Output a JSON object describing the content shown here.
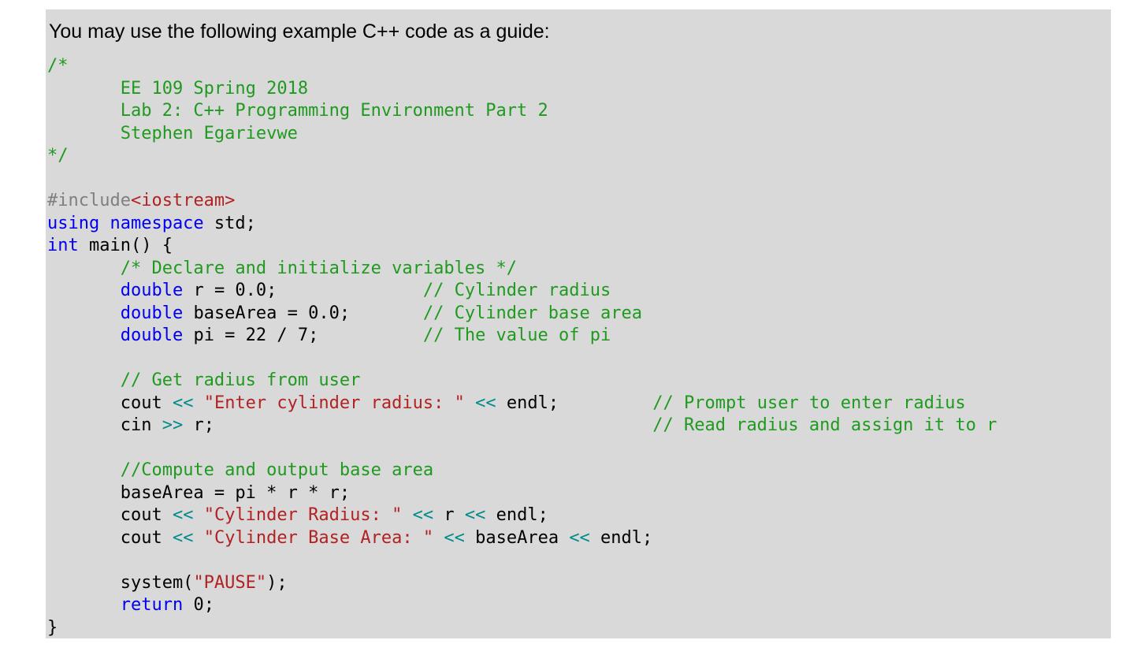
{
  "colors": {
    "panel": "#d9d9d9",
    "plain": "#000000",
    "comment": "#1f9a1f",
    "keyword": "#0000ee",
    "string": "#b22222",
    "operator": "#008b8b",
    "directive": "#7f7f7f"
  },
  "header": {
    "instruction": "You may use the following example C++ code as a guide:"
  },
  "code": {
    "language": "cpp",
    "lines": [
      {
        "segments": [
          {
            "c": "comment",
            "t": "/*"
          }
        ]
      },
      {
        "segments": [
          {
            "c": "comment",
            "t": "       EE 109 Spring 2018"
          }
        ]
      },
      {
        "segments": [
          {
            "c": "comment",
            "t": "       Lab 2: C++ Programming Environment Part 2"
          }
        ]
      },
      {
        "segments": [
          {
            "c": "comment",
            "t": "       Stephen Egarievwe"
          }
        ]
      },
      {
        "segments": [
          {
            "c": "comment",
            "t": "*/"
          }
        ]
      },
      {
        "segments": []
      },
      {
        "segments": [
          {
            "c": "directive",
            "t": "#include"
          },
          {
            "c": "string",
            "t": "<iostream>"
          }
        ]
      },
      {
        "segments": [
          {
            "c": "keyword",
            "t": "using namespace"
          },
          {
            "c": "plain",
            "t": " std;"
          }
        ]
      },
      {
        "segments": [
          {
            "c": "keyword",
            "t": "int"
          },
          {
            "c": "plain",
            "t": " main() {"
          }
        ]
      },
      {
        "segments": [
          {
            "c": "plain",
            "t": "       "
          },
          {
            "c": "comment",
            "t": "/* Declare and initialize variables */"
          }
        ]
      },
      {
        "segments": [
          {
            "c": "plain",
            "t": "       "
          },
          {
            "c": "keyword",
            "t": "double"
          },
          {
            "c": "plain",
            "t": " r = 0.0;              "
          },
          {
            "c": "comment",
            "t": "// Cylinder radius"
          }
        ]
      },
      {
        "segments": [
          {
            "c": "plain",
            "t": "       "
          },
          {
            "c": "keyword",
            "t": "double"
          },
          {
            "c": "plain",
            "t": " baseArea = 0.0;       "
          },
          {
            "c": "comment",
            "t": "// Cylinder base area"
          }
        ]
      },
      {
        "segments": [
          {
            "c": "plain",
            "t": "       "
          },
          {
            "c": "keyword",
            "t": "double"
          },
          {
            "c": "plain",
            "t": " pi = 22 / 7;          "
          },
          {
            "c": "comment",
            "t": "// The value of pi"
          }
        ]
      },
      {
        "segments": []
      },
      {
        "segments": [
          {
            "c": "plain",
            "t": "       "
          },
          {
            "c": "comment",
            "t": "// Get radius from user"
          }
        ]
      },
      {
        "segments": [
          {
            "c": "plain",
            "t": "       cout "
          },
          {
            "c": "operator",
            "t": "<<"
          },
          {
            "c": "plain",
            "t": " "
          },
          {
            "c": "string",
            "t": "\"Enter cylinder radius: \""
          },
          {
            "c": "plain",
            "t": " "
          },
          {
            "c": "operator",
            "t": "<<"
          },
          {
            "c": "plain",
            "t": " endl;         "
          },
          {
            "c": "comment",
            "t": "// Prompt user to enter radius"
          }
        ]
      },
      {
        "segments": [
          {
            "c": "plain",
            "t": "       cin "
          },
          {
            "c": "operator",
            "t": ">>"
          },
          {
            "c": "plain",
            "t": " r;                                          "
          },
          {
            "c": "comment",
            "t": "// Read radius and assign it to r"
          }
        ]
      },
      {
        "segments": []
      },
      {
        "segments": [
          {
            "c": "plain",
            "t": "       "
          },
          {
            "c": "comment",
            "t": "//Compute and output base area"
          }
        ]
      },
      {
        "segments": [
          {
            "c": "plain",
            "t": "       baseArea = pi * r * r;"
          }
        ]
      },
      {
        "segments": [
          {
            "c": "plain",
            "t": "       cout "
          },
          {
            "c": "operator",
            "t": "<<"
          },
          {
            "c": "plain",
            "t": " "
          },
          {
            "c": "string",
            "t": "\"Cylinder Radius: \""
          },
          {
            "c": "plain",
            "t": " "
          },
          {
            "c": "operator",
            "t": "<<"
          },
          {
            "c": "plain",
            "t": " r "
          },
          {
            "c": "operator",
            "t": "<<"
          },
          {
            "c": "plain",
            "t": " endl;"
          }
        ]
      },
      {
        "segments": [
          {
            "c": "plain",
            "t": "       cout "
          },
          {
            "c": "operator",
            "t": "<<"
          },
          {
            "c": "plain",
            "t": " "
          },
          {
            "c": "string",
            "t": "\"Cylinder Base Area: \""
          },
          {
            "c": "plain",
            "t": " "
          },
          {
            "c": "operator",
            "t": "<<"
          },
          {
            "c": "plain",
            "t": " baseArea "
          },
          {
            "c": "operator",
            "t": "<<"
          },
          {
            "c": "plain",
            "t": " endl;"
          }
        ]
      },
      {
        "segments": []
      },
      {
        "segments": [
          {
            "c": "plain",
            "t": "       system("
          },
          {
            "c": "string",
            "t": "\"PAUSE\""
          },
          {
            "c": "plain",
            "t": ");"
          }
        ]
      },
      {
        "segments": [
          {
            "c": "plain",
            "t": "       "
          },
          {
            "c": "keyword",
            "t": "return"
          },
          {
            "c": "plain",
            "t": " 0;"
          }
        ]
      },
      {
        "segments": [
          {
            "c": "plain",
            "t": "}"
          }
        ]
      }
    ]
  }
}
